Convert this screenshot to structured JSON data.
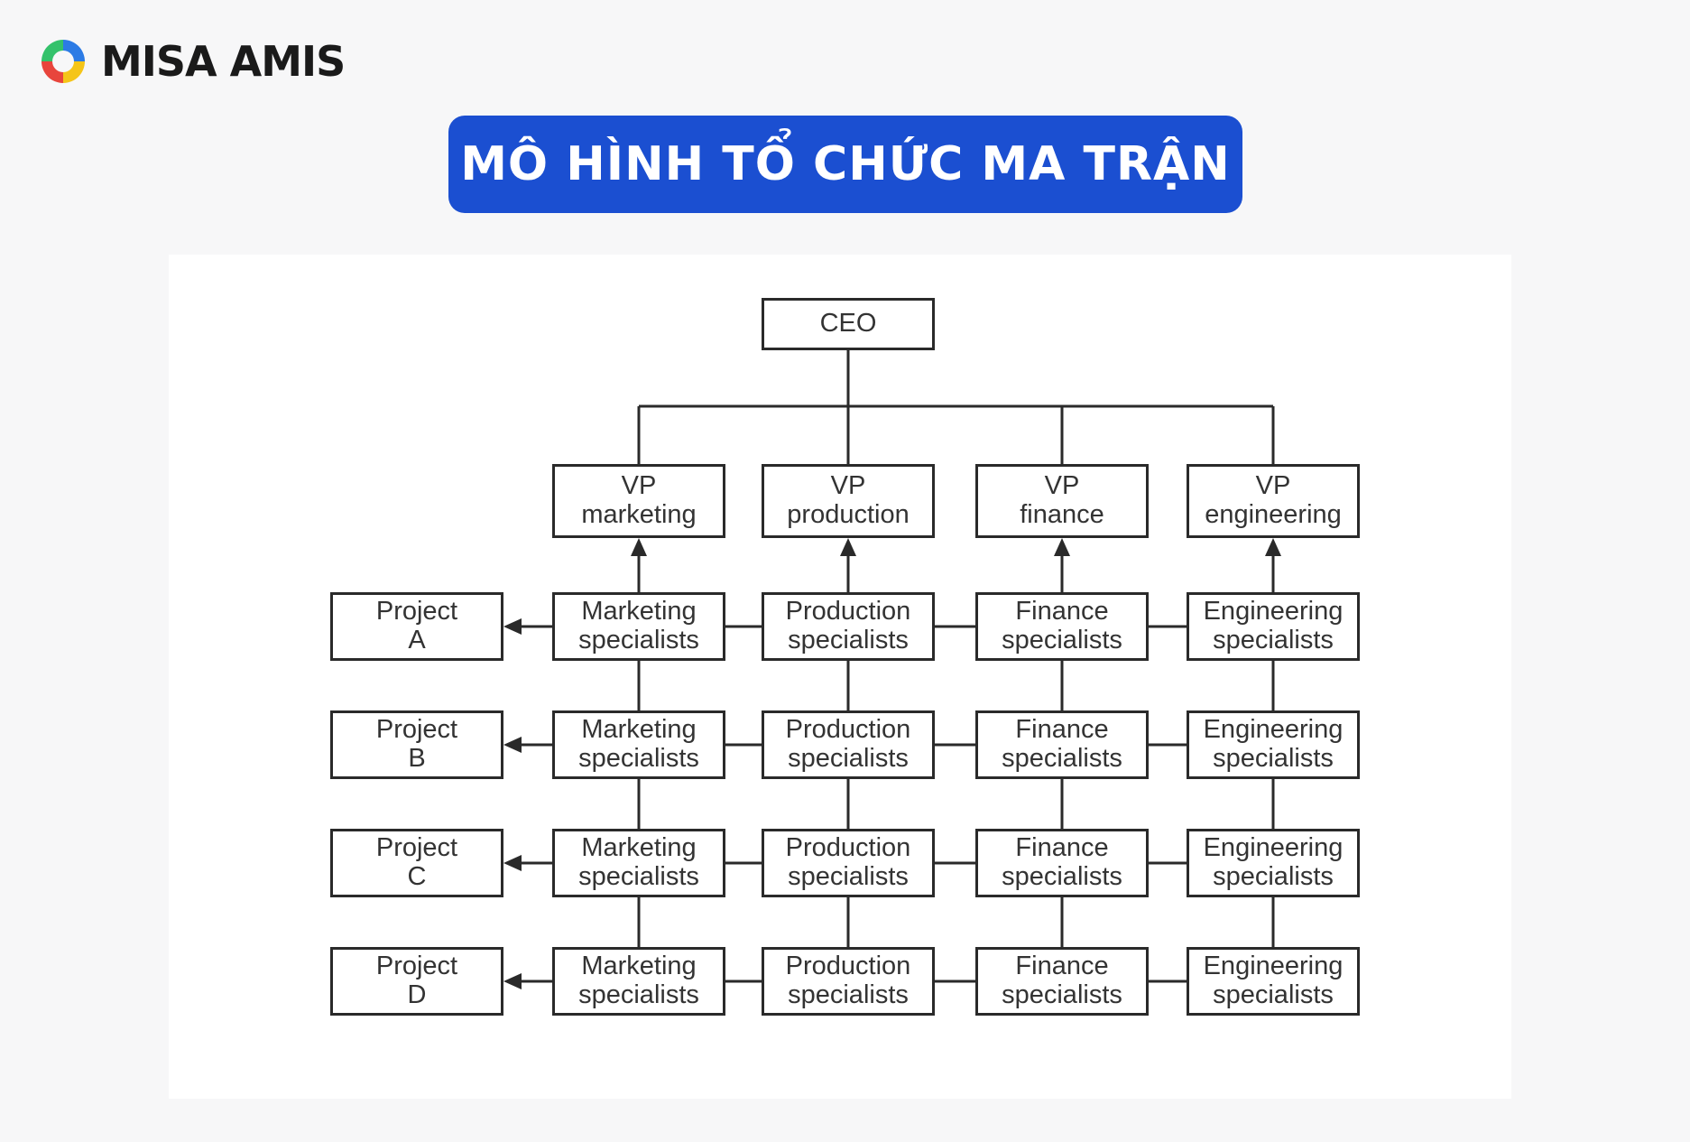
{
  "brand": {
    "name": "MISA AMIS",
    "logo_icon": "misa-ring-logo",
    "colors": [
      "#2c7be5",
      "#34c26b",
      "#f5c518",
      "#e8453c"
    ]
  },
  "banner": {
    "title": "MÔ HÌNH TỔ CHỨC MA TRẬN",
    "color": "#1b4fd1"
  },
  "diagram": {
    "ceo": "CEO",
    "vps": [
      {
        "line1": "VP",
        "line2": "marketing"
      },
      {
        "line1": "VP",
        "line2": "production"
      },
      {
        "line1": "VP",
        "line2": "finance"
      },
      {
        "line1": "VP",
        "line2": "engineering"
      }
    ],
    "projects": [
      {
        "line1": "Project",
        "line2": "A"
      },
      {
        "line1": "Project",
        "line2": "B"
      },
      {
        "line1": "Project",
        "line2": "C"
      },
      {
        "line1": "Project",
        "line2": "D"
      }
    ],
    "specialists": [
      {
        "line1": "Marketing",
        "line2": "specialists"
      },
      {
        "line1": "Production",
        "line2": "specialists"
      },
      {
        "line1": "Finance",
        "line2": "specialists"
      },
      {
        "line1": "Engineering",
        "line2": "specialists"
      }
    ]
  }
}
